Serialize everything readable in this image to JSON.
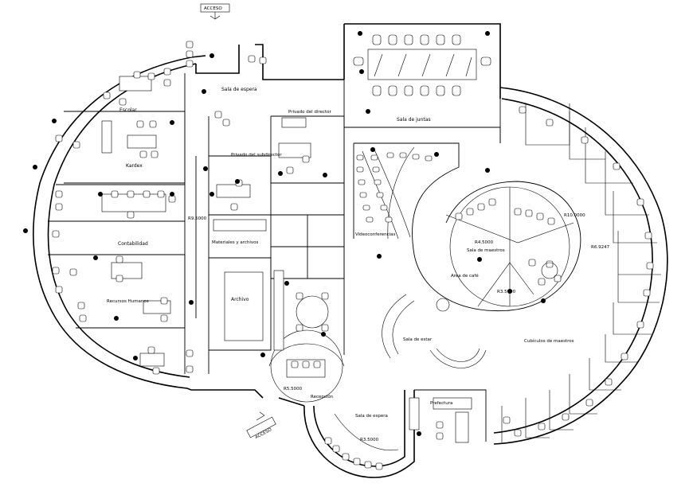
{
  "labels": {
    "acceso_top": "ACCESO",
    "acceso_bottom": "ACCESO",
    "sala_espera_top": "Sala de espera",
    "sala_juntas": "Sala de juntas",
    "privado_director": "Privado del director",
    "privado_subdirector": "Privado del subdirector",
    "escolar": "Escolar",
    "kardex": "Kardex",
    "contabilidad": "Contabilidad",
    "recursos_humanos": "Recursos Humanos",
    "materiales_archivos": "Materiales y archivos",
    "archivo": "Archivo",
    "videoconferencias": "Videoconferencias",
    "sala_maestros": "Sala de maestros",
    "area_cafe": "Area de café",
    "sala_estar": "Sala de estar",
    "cubiculos_maestros": "Cubículos de maestros",
    "recepcion": "Recepción",
    "sala_espera_bottom": "Sala de espera",
    "prefectura": "Prefectura"
  },
  "dimensions": {
    "r9500": "R9.5000",
    "r10": "R10.0000",
    "r6": "R6.9247",
    "r4": "R4.5000",
    "r3_cafe": "R3.5000",
    "r5_recep": "R5.5000",
    "r3_bottom": "R3.5000"
  }
}
